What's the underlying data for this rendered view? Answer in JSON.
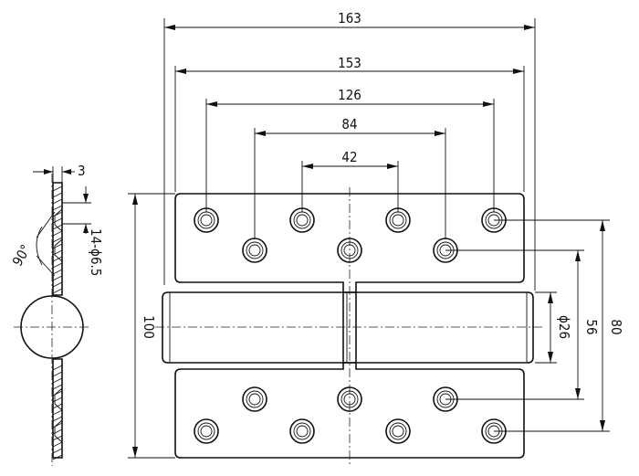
{
  "dimensions": {
    "overall_width": "163",
    "plate_width": "153",
    "outer_hole_span": "126",
    "middle_hole_span": "84",
    "inner_hole_span": "42",
    "leaf_thickness": "3",
    "hole_callout": "14-ϕ6.5",
    "countersink_angle": "90°",
    "overall_height": "100",
    "row_spacing_outer": "80",
    "row_spacing_inner": "56",
    "knuckle_diameter": "ϕ26"
  }
}
